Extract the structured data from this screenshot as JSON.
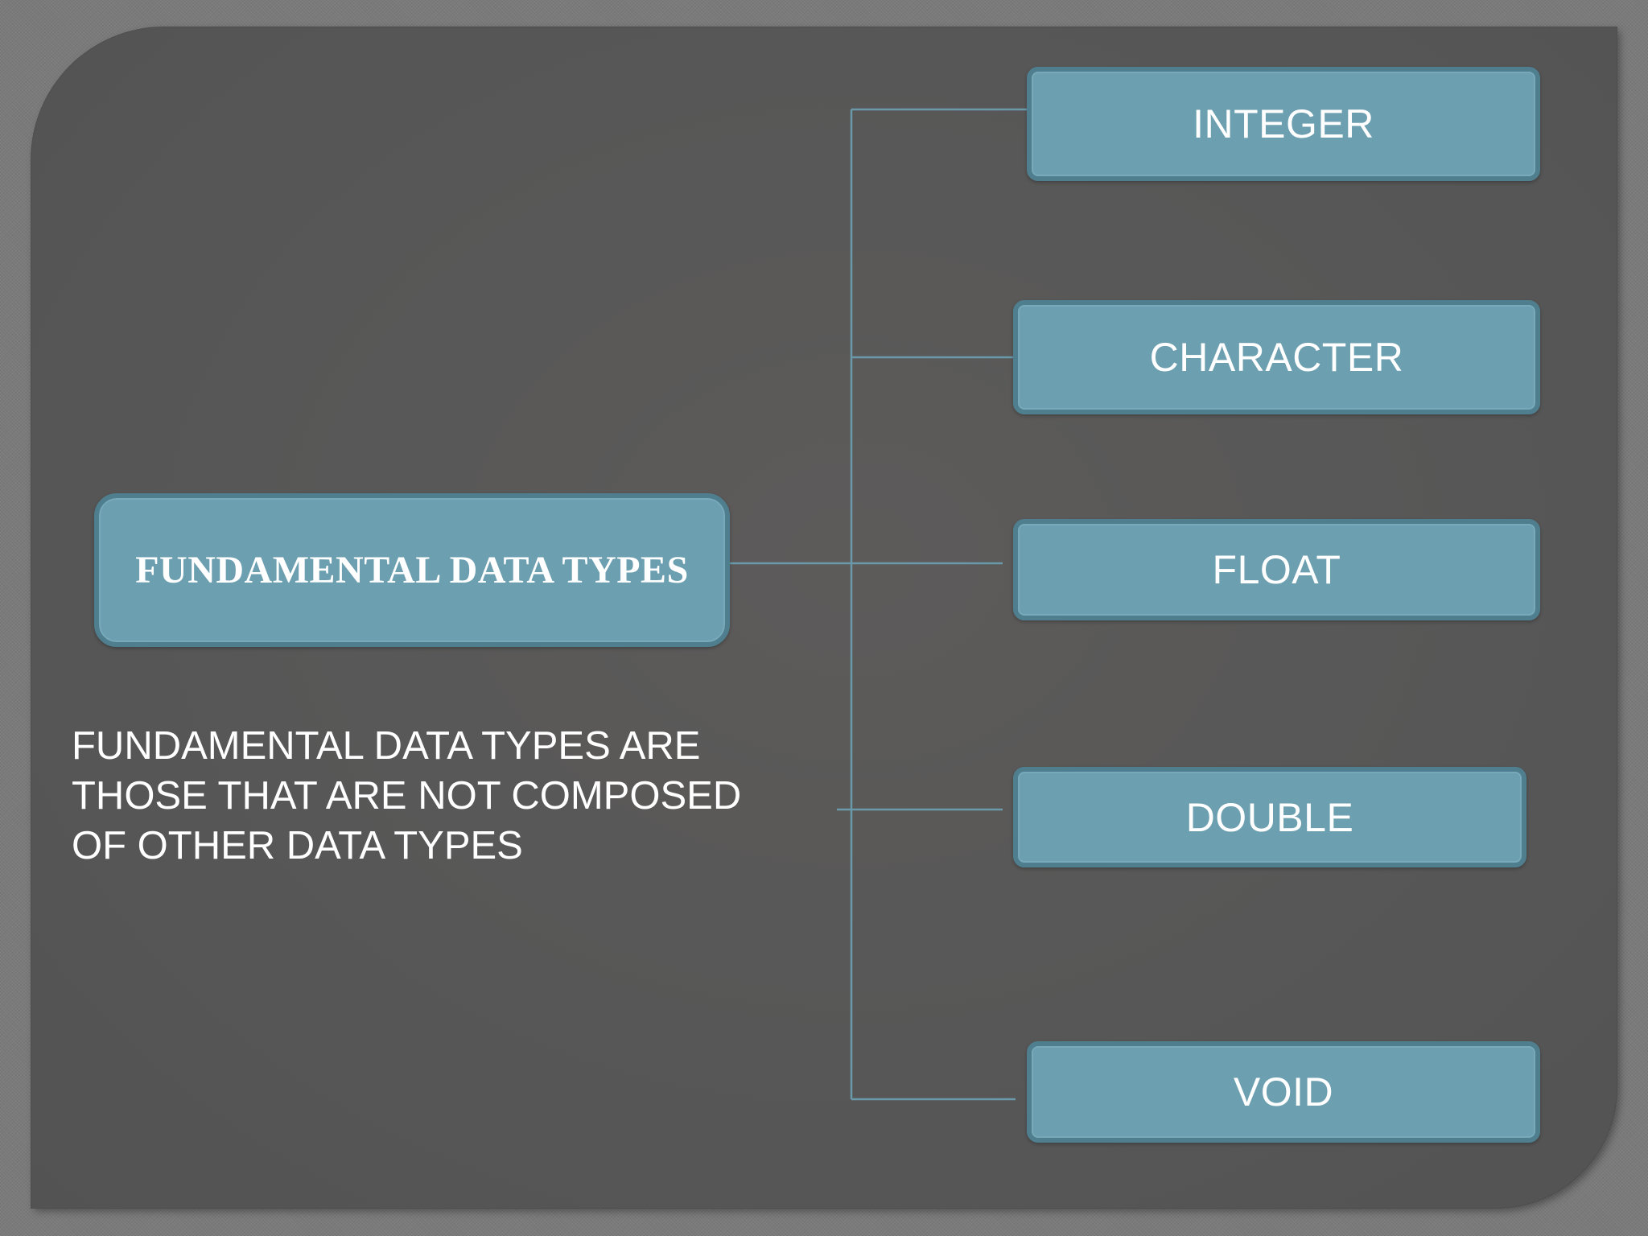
{
  "diagram": {
    "root": {
      "label": "FUNDAMENTAL DATA TYPES"
    },
    "children": [
      {
        "label": "INTEGER"
      },
      {
        "label": "CHARACTER"
      },
      {
        "label": "FLOAT"
      },
      {
        "label": "DOUBLE"
      },
      {
        "label": "VOID"
      }
    ]
  },
  "description": "FUNDAMENTAL DATA TYPES ARE THOSE THAT ARE NOT COMPOSED OF OTHER DATA TYPES",
  "colors": {
    "slide_background": "#565656",
    "outer_background": "#7a7a7a",
    "box_fill": "#6c9fb0",
    "box_border": "#4f7f8f",
    "connector_line": "#6a9aaa",
    "text": "#ffffff"
  }
}
